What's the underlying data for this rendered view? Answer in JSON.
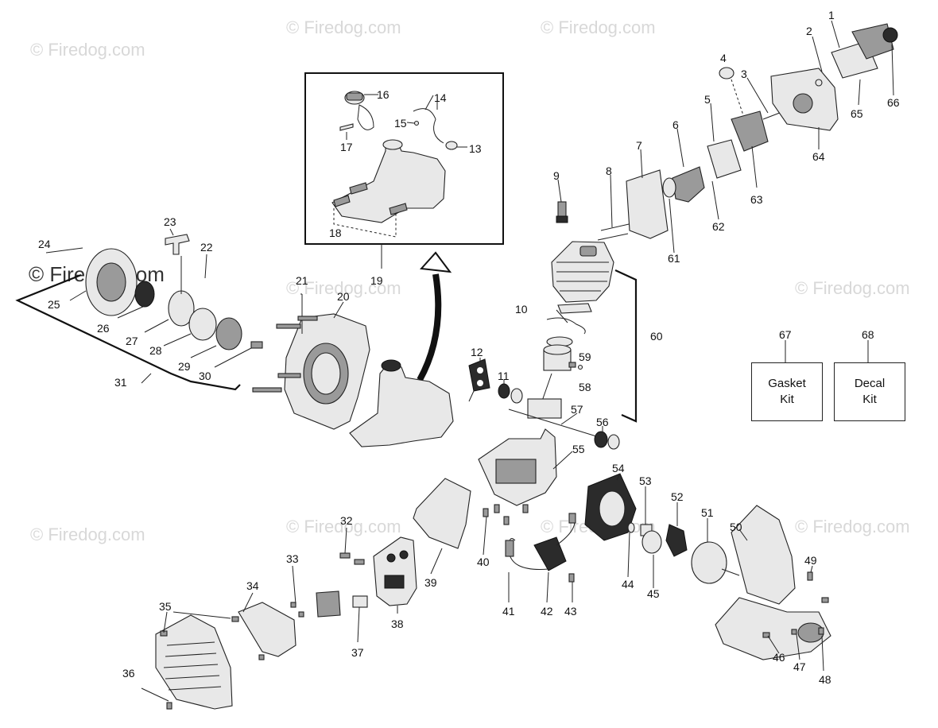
{
  "watermark": {
    "text": "© Firedog.com"
  },
  "kits": [
    {
      "number": "67",
      "line1": "Gasket",
      "line2": "Kit"
    },
    {
      "number": "68",
      "line1": "Decal",
      "line2": "Kit"
    }
  ],
  "labels": [
    "1",
    "2",
    "3",
    "4",
    "5",
    "6",
    "7",
    "8",
    "9",
    "10",
    "11",
    "12",
    "13",
    "14",
    "15",
    "16",
    "17",
    "18",
    "19",
    "20",
    "21",
    "22",
    "23",
    "24",
    "25",
    "26",
    "27",
    "28",
    "29",
    "30",
    "31",
    "32",
    "33",
    "34",
    "35",
    "36",
    "37",
    "38",
    "39",
    "40",
    "41",
    "42",
    "43",
    "44",
    "45",
    "46",
    "47",
    "48",
    "49",
    "50",
    "51",
    "52",
    "53",
    "54",
    "55",
    "56",
    "57",
    "58",
    "59",
    "60",
    "61",
    "62",
    "63",
    "64",
    "65",
    "66"
  ]
}
